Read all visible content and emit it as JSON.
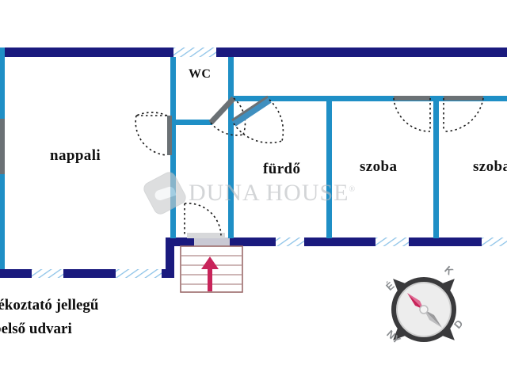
{
  "document": {
    "type": "floor-plan",
    "language": "hu"
  },
  "rooms": [
    {
      "id": "nappali",
      "label": "nappali"
    },
    {
      "id": "wc",
      "label": "WC"
    },
    {
      "id": "furdo",
      "label": "fürdő"
    },
    {
      "id": "szoba1",
      "label": "szoba"
    },
    {
      "id": "szoba2",
      "label": "szoba"
    }
  ],
  "disclaimer": {
    "line1": "jékoztató jellegű",
    "line2": "belső udvari"
  },
  "watermark": {
    "text": "DUNA HOUSE",
    "trademark": "®",
    "logo_icon": "duna-house-logo-icon"
  },
  "compass": {
    "north": "É",
    "east": "K",
    "south": "D",
    "west": "NY",
    "needle_color": "#c8245a",
    "body_color": "#3a3a3c"
  },
  "colors": {
    "exterior_wall": "#1a1a7e",
    "interior_wall": "#1f8fc6",
    "window_hatch": "#bfe0f5",
    "door_leaf": "#6b7175",
    "entrance_arrow": "#c8245a",
    "stairs_outline": "#9b6b6b",
    "background": "#ffffff"
  }
}
